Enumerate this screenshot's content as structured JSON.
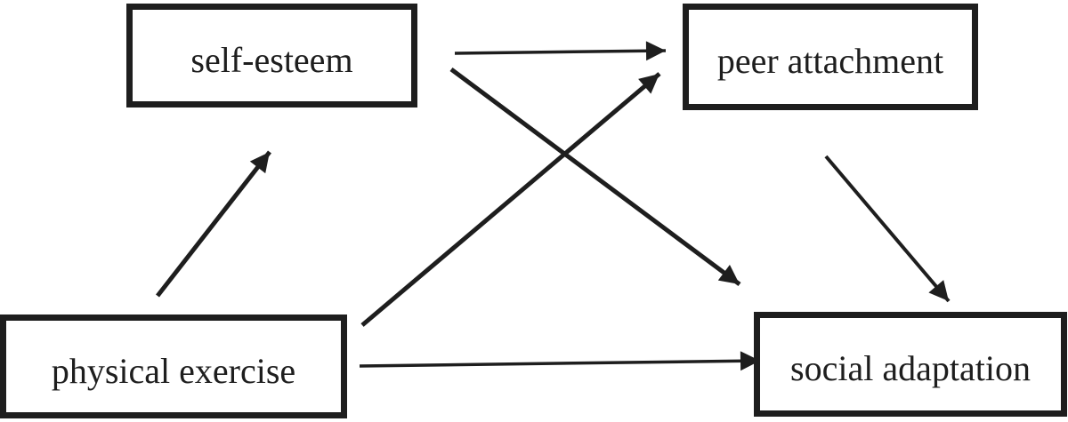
{
  "diagram": {
    "type": "path-model",
    "background_color": "#ffffff",
    "ink_color": "#1e1e1e",
    "nodes": [
      {
        "id": "self-esteem",
        "label": "self-esteem"
      },
      {
        "id": "peer-attachment",
        "label": "peer attachment"
      },
      {
        "id": "physical-exercise",
        "label": "physical exercise"
      },
      {
        "id": "social-adaptation",
        "label": "social adaptation"
      }
    ],
    "edges": [
      {
        "from": "self-esteem",
        "to": "peer attachment"
      },
      {
        "from": "self-esteem",
        "to": "social adaptation"
      },
      {
        "from": "physical exercise",
        "to": "self-esteem"
      },
      {
        "from": "physical exercise",
        "to": "peer attachment"
      },
      {
        "from": "physical exercise",
        "to": "social adaptation"
      },
      {
        "from": "peer attachment",
        "to": "social adaptation"
      }
    ]
  }
}
